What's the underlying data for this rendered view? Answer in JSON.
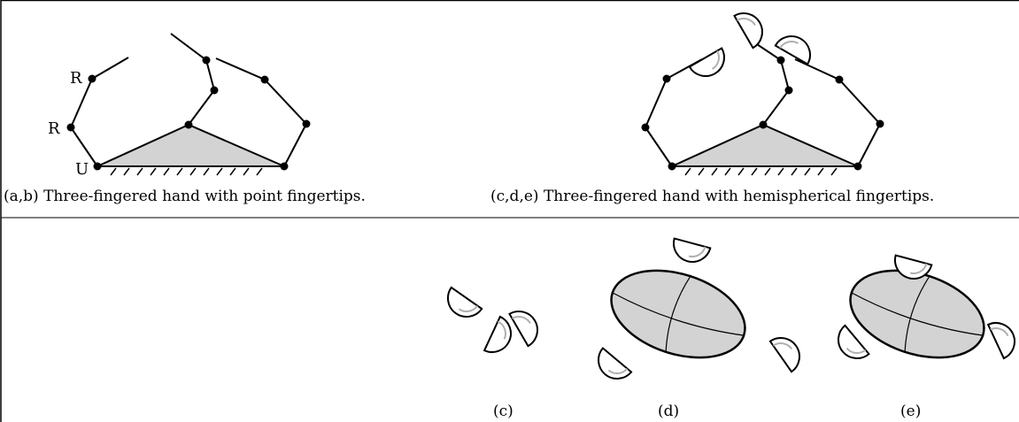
{
  "joint_labels": {
    "r1": "R",
    "r2": "R",
    "u": "U"
  },
  "captions": {
    "ab": "(a,b) Three-fingered hand with point fingertips.",
    "cde": "(c,d,e) Three-fingered hand with hemispherical fingertips."
  },
  "panel_labels": {
    "c": "(c)",
    "d": "(d)",
    "e": "(e)"
  },
  "colors": {
    "palm": "#d3d3d3",
    "object": "#d3d3d3",
    "stroke": "#000000",
    "sheen": "#b0b0b0"
  }
}
